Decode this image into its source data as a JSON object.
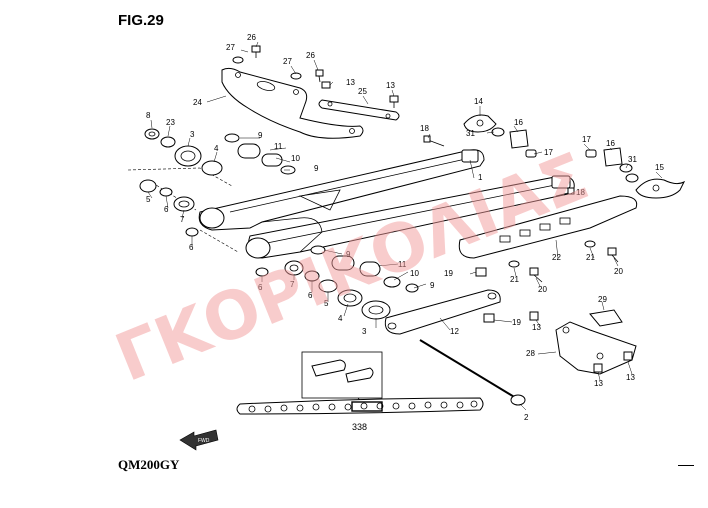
{
  "figure": {
    "title": "FIG.29",
    "model": "QM200GY",
    "watermark": "ΓΚΟΡΙΚΟΛΙΑΣ",
    "forward_badge": "FWD",
    "chain_label": "338",
    "part_labels": [
      {
        "id": "l27a",
        "text": "27"
      },
      {
        "id": "l26a",
        "text": "26"
      },
      {
        "id": "l27b",
        "text": "27"
      },
      {
        "id": "l26b",
        "text": "26"
      },
      {
        "id": "l13a",
        "text": "13"
      },
      {
        "id": "l13b",
        "text": "13"
      },
      {
        "id": "l25",
        "text": "25"
      },
      {
        "id": "l24",
        "text": "24"
      },
      {
        "id": "l14",
        "text": "14"
      },
      {
        "id": "l8",
        "text": "8"
      },
      {
        "id": "l23",
        "text": "23"
      },
      {
        "id": "l3a",
        "text": "3"
      },
      {
        "id": "l9a",
        "text": "9"
      },
      {
        "id": "l11a",
        "text": "11"
      },
      {
        "id": "l10a",
        "text": "10"
      },
      {
        "id": "l9b",
        "text": "9"
      },
      {
        "id": "l4a",
        "text": "4"
      },
      {
        "id": "l18a",
        "text": "18"
      },
      {
        "id": "l31a",
        "text": "31"
      },
      {
        "id": "l16a",
        "text": "16"
      },
      {
        "id": "l17a",
        "text": "17"
      },
      {
        "id": "l17b",
        "text": "17"
      },
      {
        "id": "l16b",
        "text": "16"
      },
      {
        "id": "l31b",
        "text": "31"
      },
      {
        "id": "l15",
        "text": "15"
      },
      {
        "id": "l1",
        "text": "1"
      },
      {
        "id": "l5a",
        "text": "5"
      },
      {
        "id": "l6a",
        "text": "6"
      },
      {
        "id": "l7a",
        "text": "7"
      },
      {
        "id": "l6b",
        "text": "6"
      },
      {
        "id": "l18b",
        "text": "18"
      },
      {
        "id": "l22",
        "text": "22"
      },
      {
        "id": "l21a",
        "text": "21"
      },
      {
        "id": "l20a",
        "text": "20"
      },
      {
        "id": "l9c",
        "text": "9"
      },
      {
        "id": "l11b",
        "text": "11"
      },
      {
        "id": "l10b",
        "text": "10"
      },
      {
        "id": "l9d",
        "text": "9"
      },
      {
        "id": "l19a",
        "text": "19"
      },
      {
        "id": "l21b",
        "text": "21"
      },
      {
        "id": "l20b",
        "text": "20"
      },
      {
        "id": "l6c",
        "text": "6"
      },
      {
        "id": "l7b",
        "text": "7"
      },
      {
        "id": "l6d",
        "text": "6"
      },
      {
        "id": "l5b",
        "text": "5"
      },
      {
        "id": "l4b",
        "text": "4"
      },
      {
        "id": "l3b",
        "text": "3"
      },
      {
        "id": "l12",
        "text": "12"
      },
      {
        "id": "l19b",
        "text": "19"
      },
      {
        "id": "l29",
        "text": "29"
      },
      {
        "id": "l13c",
        "text": "13"
      },
      {
        "id": "l28",
        "text": "28"
      },
      {
        "id": "l13d",
        "text": "13"
      },
      {
        "id": "l13e",
        "text": "13"
      },
      {
        "id": "l2",
        "text": "2"
      }
    ]
  }
}
